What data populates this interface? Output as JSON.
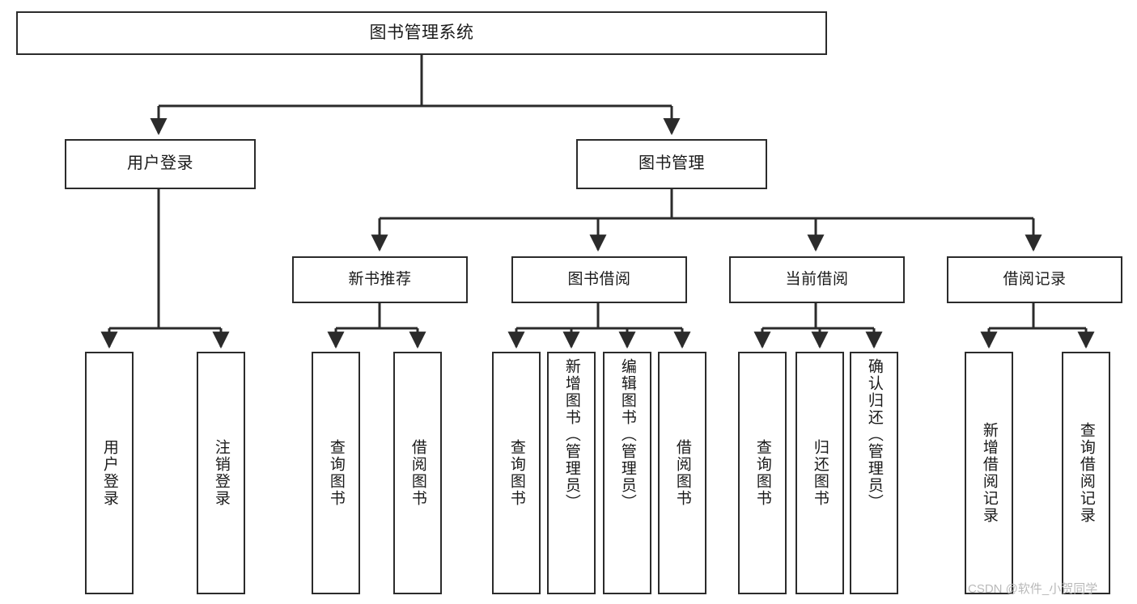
{
  "diagram": {
    "title": "图书管理系统",
    "type": "功能结构图",
    "line_color": "#2b2b2b",
    "text_color": "#1a1a1a",
    "background": "#ffffff"
  },
  "nodes": {
    "root": {
      "label": "图书管理系统"
    },
    "level2": [
      {
        "id": "user-login",
        "label": "用户登录"
      },
      {
        "id": "book-manage",
        "label": "图书管理"
      }
    ],
    "level3": [
      {
        "id": "new-book-recommend",
        "label": "新书推荐"
      },
      {
        "id": "book-borrow",
        "label": "图书借阅"
      },
      {
        "id": "current-borrow",
        "label": "当前借阅"
      },
      {
        "id": "borrow-record",
        "label": "借阅记录"
      }
    ],
    "leaves": {
      "user_login": [
        {
          "id": "leaf-user-login",
          "label": "用户登录"
        },
        {
          "id": "leaf-logout-login",
          "label": "注销登录"
        }
      ],
      "new_book_recommend": [
        {
          "id": "leaf-query-book-1",
          "label": "查询图书"
        },
        {
          "id": "leaf-borrow-book-1",
          "label": "借阅图书"
        }
      ],
      "book_borrow": [
        {
          "id": "leaf-query-book-2",
          "label": "查询图书"
        },
        {
          "id": "leaf-add-book",
          "label": "新增图书（管理员）"
        },
        {
          "id": "leaf-edit-book",
          "label": "编辑图书（管理员）"
        },
        {
          "id": "leaf-borrow-book-2",
          "label": "借阅图书"
        }
      ],
      "current_borrow": [
        {
          "id": "leaf-query-book-3",
          "label": "查询图书"
        },
        {
          "id": "leaf-return-book",
          "label": "归还图书"
        },
        {
          "id": "leaf-confirm-return",
          "label": "确认归还（管理员）"
        }
      ],
      "borrow_record": [
        {
          "id": "leaf-add-record",
          "label": "新增借阅记录"
        },
        {
          "id": "leaf-query-record",
          "label": "查询借阅记录"
        }
      ]
    }
  },
  "watermark": {
    "text": "CSDN @软件_小贺同学"
  }
}
